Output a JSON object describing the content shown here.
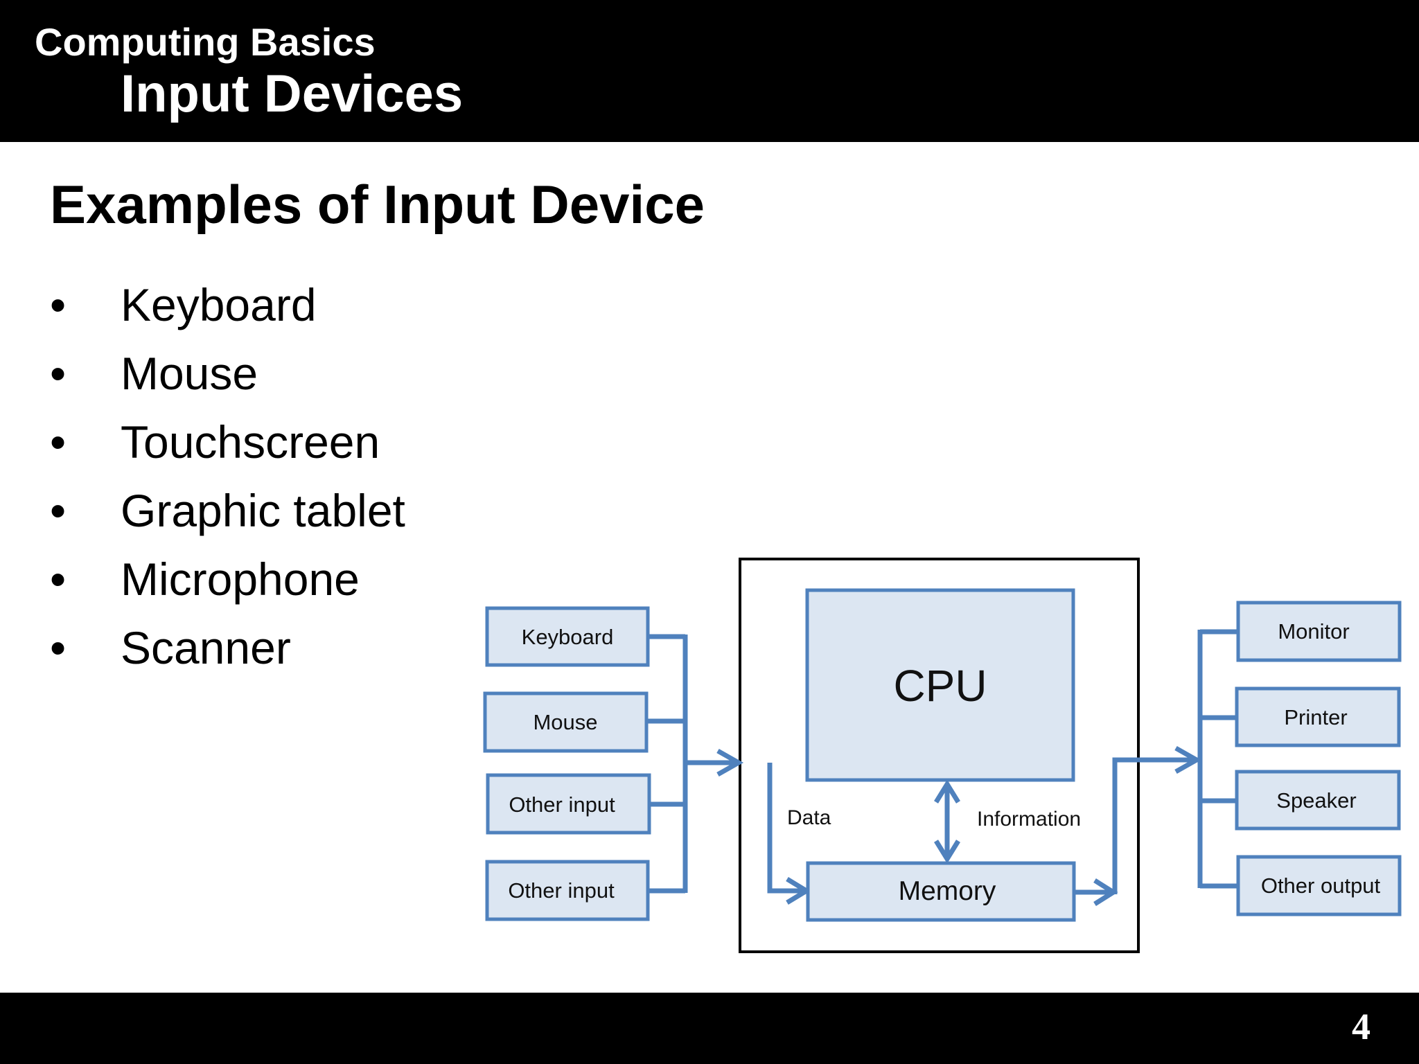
{
  "header": {
    "course": "Computing Basics",
    "title": "Input Devices"
  },
  "heading": "Examples of Input Device",
  "bullets": [
    "Keyboard",
    "Mouse",
    "Touchscreen",
    "Graphic tablet",
    "Microphone",
    "Scanner"
  ],
  "bullet_symbol": "•",
  "diagram": {
    "inputs": [
      "Keyboard",
      "Mouse",
      "Other input",
      "Other input"
    ],
    "cpu": "CPU",
    "memory": "Memory",
    "data_label": "Data",
    "information_label": "Information",
    "outputs": [
      "Monitor",
      "Printer",
      "Speaker",
      "Other output"
    ],
    "colors": {
      "stroke": "#4f81bd",
      "fill": "#dce6f2"
    }
  },
  "footer": {
    "page_number": "4"
  }
}
